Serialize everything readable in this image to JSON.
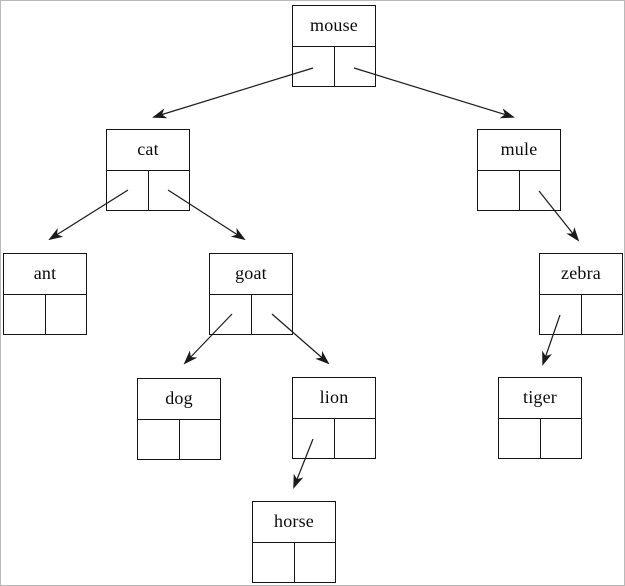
{
  "diagram": {
    "type": "binary-tree-linked-node-diagram",
    "colors": {
      "background": "#ffffff",
      "frame_border": "#b9b9b9",
      "node_border": "#141414",
      "edge_line": "#1a1a1a",
      "text": "#0a0a0a"
    }
  },
  "tree": {
    "nodes": [
      {
        "id": "mouse",
        "label": "mouse",
        "left_child": "cat",
        "right_child": "mule"
      },
      {
        "id": "cat",
        "label": "cat",
        "left_child": "ant",
        "right_child": "goat"
      },
      {
        "id": "mule",
        "label": "mule",
        "left_child": null,
        "right_child": "zebra"
      },
      {
        "id": "ant",
        "label": "ant",
        "left_child": null,
        "right_child": null
      },
      {
        "id": "goat",
        "label": "goat",
        "left_child": "dog",
        "right_child": "lion"
      },
      {
        "id": "zebra",
        "label": "zebra",
        "left_child": "tiger",
        "right_child": null
      },
      {
        "id": "dog",
        "label": "dog",
        "left_child": null,
        "right_child": null
      },
      {
        "id": "lion",
        "label": "lion",
        "left_child": "horse",
        "right_child": null
      },
      {
        "id": "tiger",
        "label": "tiger",
        "left_child": null,
        "right_child": null
      },
      {
        "id": "horse",
        "label": "horse",
        "left_child": null,
        "right_child": null
      }
    ],
    "edges": [
      {
        "from": "mouse",
        "side": "left",
        "to": "cat"
      },
      {
        "from": "mouse",
        "side": "right",
        "to": "mule"
      },
      {
        "from": "cat",
        "side": "left",
        "to": "ant"
      },
      {
        "from": "cat",
        "side": "right",
        "to": "goat"
      },
      {
        "from": "goat",
        "side": "left",
        "to": "dog"
      },
      {
        "from": "goat",
        "side": "right",
        "to": "lion"
      },
      {
        "from": "lion",
        "side": "left",
        "to": "horse"
      },
      {
        "from": "mule",
        "side": "right",
        "to": "zebra"
      },
      {
        "from": "zebra",
        "side": "left",
        "to": "tiger"
      }
    ]
  }
}
